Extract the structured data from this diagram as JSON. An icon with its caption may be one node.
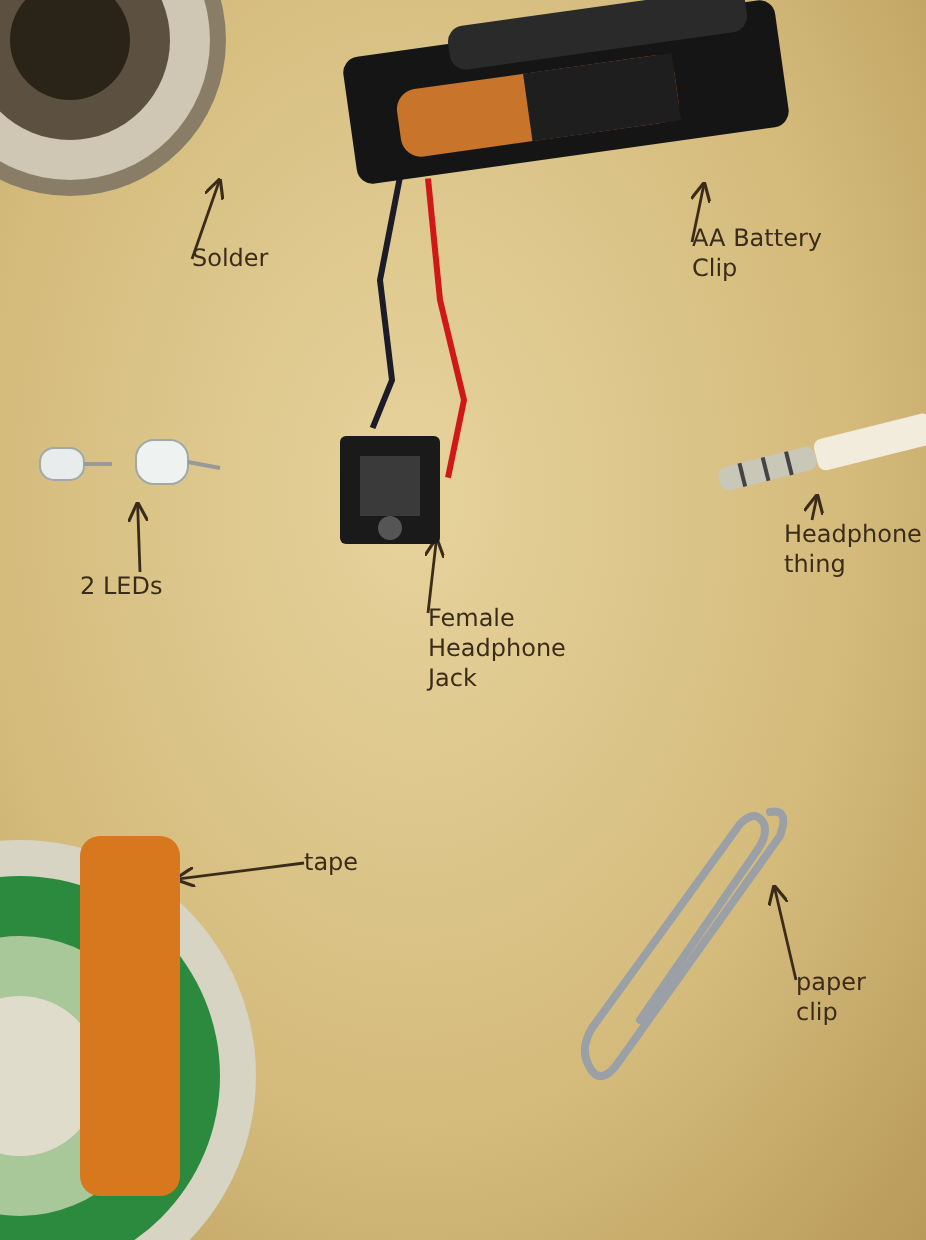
{
  "diagram": {
    "nodes": [
      {
        "text": [],
        "shape": "picture"
      },
      {
        "text": [],
        "shape": "picture"
      },
      {
        "text": [],
        "shape": "picture"
      },
      {
        "text": [],
        "shape": "picture"
      },
      {
        "text": [],
        "shape": "picture"
      },
      {
        "text": [],
        "shape": "picture"
      },
      {
        "text": [],
        "shape": "picture"
      },
      {
        "text": [
          "Solder"
        ]
      },
      {
        "text": [
          "AA Battery Clip"
        ]
      },
      {
        "text": [
          "2 LEDs"
        ]
      },
      {
        "text": [
          "Female Headphone Jack"
        ]
      },
      {
        "text": [
          "Headphone thing"
        ]
      },
      {
        "text": [
          "tape"
        ]
      },
      {
        "text": [
          "paper clip"
        ]
      }
    ],
    "edges": [
      {
        "from": 7,
        "to": 0,
        "arrow": "to"
      },
      {
        "from": 8,
        "to": 1,
        "arrow": "to"
      },
      {
        "from": 9,
        "to": 2,
        "arrow": "to"
      },
      {
        "from": 10,
        "to": 3,
        "arrow": "to"
      },
      {
        "from": 11,
        "to": 4,
        "arrow": "to"
      },
      {
        "from": 12,
        "to": 5,
        "arrow": "to"
      },
      {
        "from": 13,
        "to": 6,
        "arrow": "to"
      },
      {
        "from": 1,
        "to": 3,
        "arrow": "none",
        "style": "thick",
        "color": "#1c1c28"
      },
      {
        "from": 1,
        "to": 3,
        "arrow": "none",
        "style": "thick",
        "color": "#d01818"
      }
    ]
  }
}
